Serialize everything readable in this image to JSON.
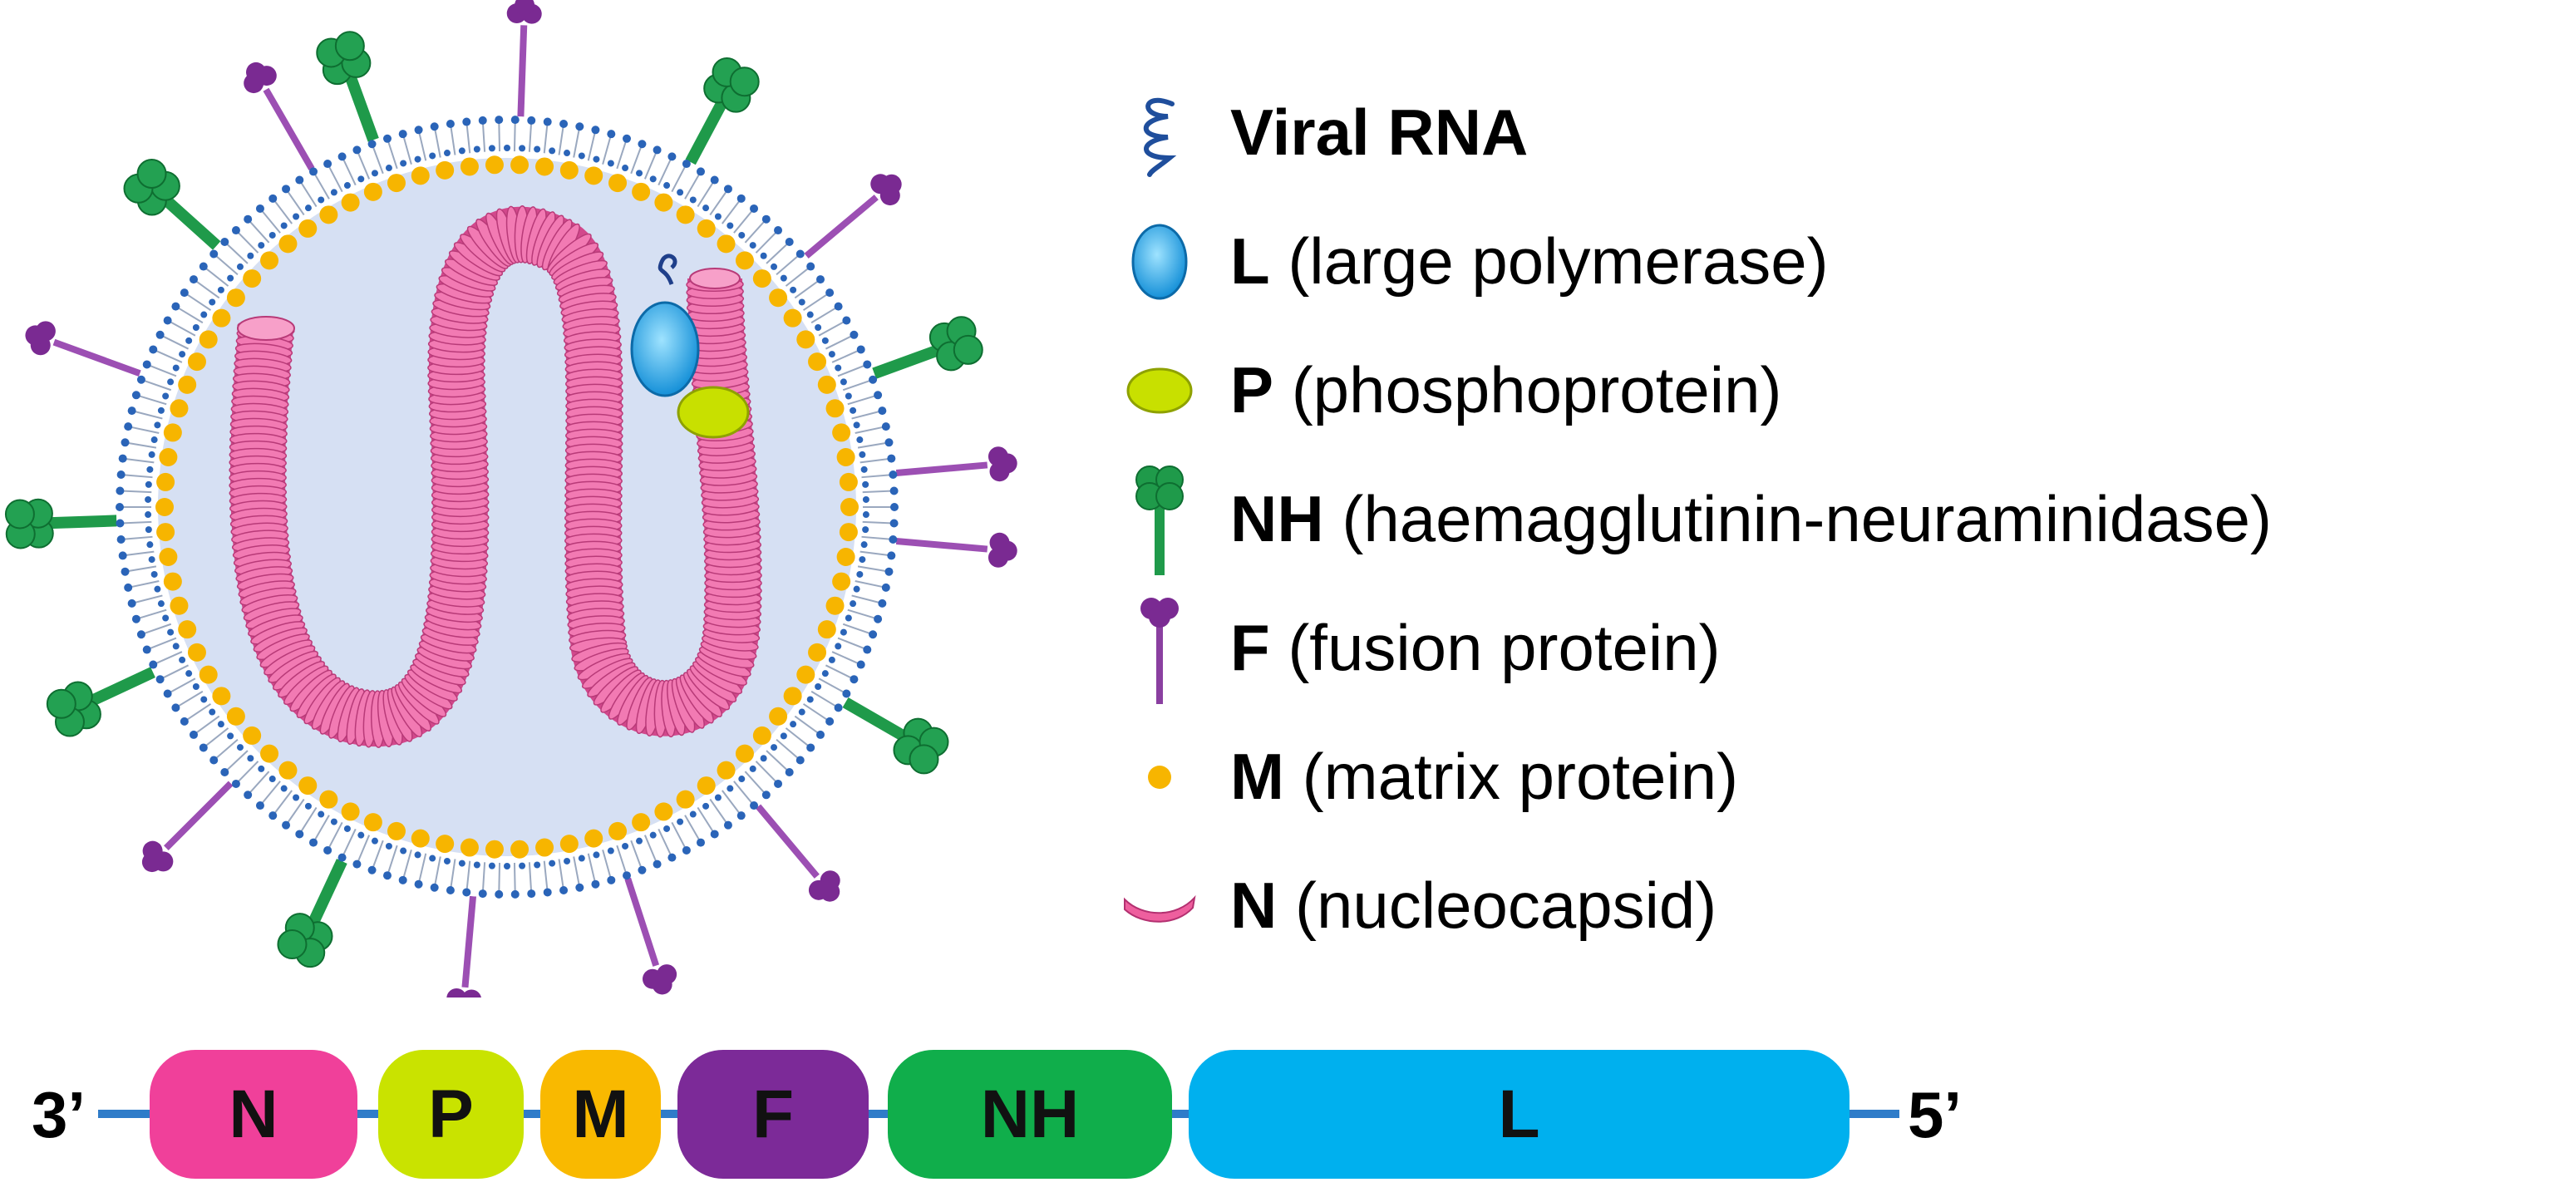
{
  "legend": [
    {
      "abbr": "Viral RNA",
      "desc": "",
      "icon": "rna-coil-icon",
      "color": "#1f4e9c"
    },
    {
      "abbr": "L",
      "desc": "(large polymerase)",
      "icon": "polymerase-oval-icon",
      "color": "#1aa7e8"
    },
    {
      "abbr": "P",
      "desc": "(phosphoprotein)",
      "icon": "phosphoprotein-oval-icon",
      "color": "#c8e000"
    },
    {
      "abbr": "NH",
      "desc": "(haemagglutinin-neuraminidase)",
      "icon": "hn-spike-icon",
      "color": "#1f9a4a"
    },
    {
      "abbr": "F",
      "desc": "(fusion protein)",
      "icon": "fusion-spike-icon",
      "color": "#8a3fa0"
    },
    {
      "abbr": "M",
      "desc": "(matrix protein)",
      "icon": "matrix-dot-icon",
      "color": "#f7b500"
    },
    {
      "abbr": "N",
      "desc": "(nucleocapsid)",
      "icon": "nucleocapsid-segment-icon",
      "color": "#ee5f9e"
    }
  ],
  "genome": {
    "end_left": "3’",
    "end_right": "5’",
    "genes": [
      {
        "label": "N",
        "color": "#f0409a"
      },
      {
        "label": "P",
        "color": "#c9e300"
      },
      {
        "label": "M",
        "color": "#f9b900"
      },
      {
        "label": "F",
        "color": "#7c2a98"
      },
      {
        "label": "NH",
        "color": "#10ae4b"
      },
      {
        "label": "L",
        "color": "#00b0ee"
      }
    ]
  }
}
